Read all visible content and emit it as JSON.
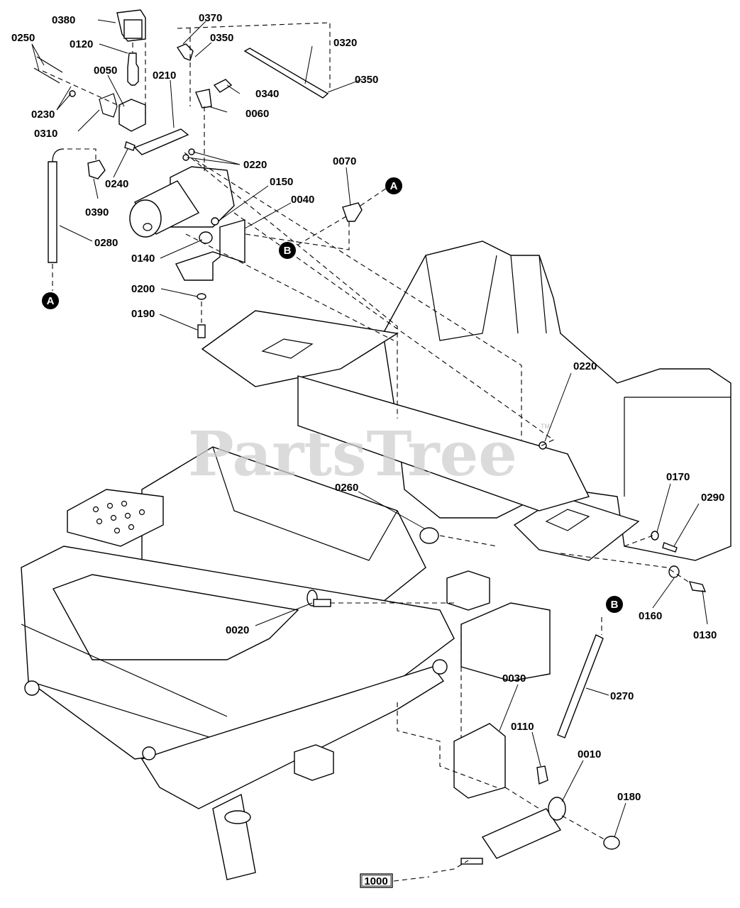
{
  "watermark": "PartsTree",
  "trademark": "TM",
  "callouts": {
    "p0380": "0380",
    "p0370": "0370",
    "p0350a": "0350",
    "p0320": "0320",
    "p0250": "0250",
    "p0120": "0120",
    "p0050": "0050",
    "p0210": "0210",
    "p0350b": "0350",
    "p0340": "0340",
    "p0230": "0230",
    "p0310": "0310",
    "p0060": "0060",
    "p0220a": "0220",
    "p0240": "0240",
    "p0070": "0070",
    "p0150": "0150",
    "p0040": "0040",
    "p0390": "0390",
    "p0280": "0280",
    "p0140": "0140",
    "p0200": "0200",
    "p0190": "0190",
    "p0220b": "0220",
    "p0170": "0170",
    "p0290": "0290",
    "p0260": "0260",
    "p0160": "0160",
    "p0130": "0130",
    "p0020": "0020",
    "p0270": "0270",
    "p0030": "0030",
    "p0110": "0110",
    "p0010": "0010",
    "p0180": "0180"
  },
  "connectors": {
    "a1": "A",
    "a2": "A",
    "b1": "B",
    "b2": "B"
  },
  "assembly_ref": "1000"
}
